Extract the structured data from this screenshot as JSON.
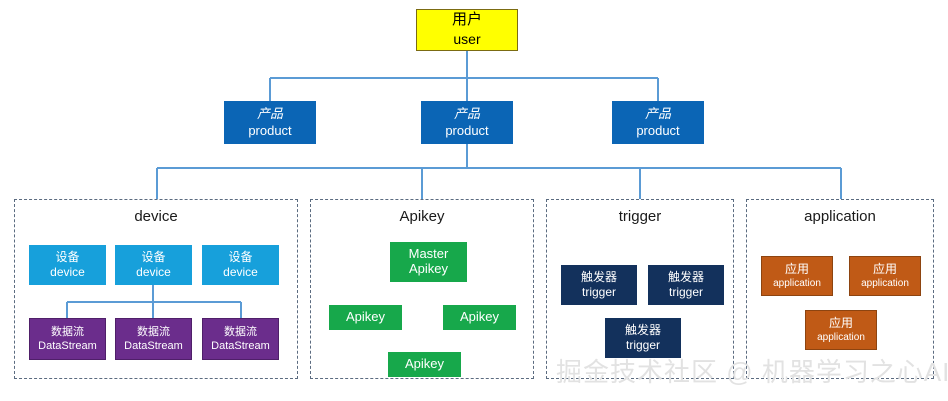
{
  "diagram": {
    "title_cn": "用户",
    "colors": {
      "user": "#FFFF00",
      "product": "#0B65B5",
      "device": "#17A0DB",
      "datastream": "#6B2D8C",
      "apikey": "#17A84B",
      "trigger": "#13315C",
      "application": "#C05A16",
      "connector": "#5B9BD5",
      "group_border": "#5B6B80"
    },
    "root": {
      "cn": "用户",
      "en": "user"
    },
    "products": [
      {
        "cn": "产品",
        "en": "product"
      },
      {
        "cn": "产品",
        "en": "product"
      },
      {
        "cn": "产品",
        "en": "product"
      }
    ],
    "groups": [
      {
        "title": "device",
        "devices": [
          {
            "cn": "设备",
            "en": "device"
          },
          {
            "cn": "设备",
            "en": "device"
          },
          {
            "cn": "设备",
            "en": "device"
          }
        ],
        "streams": [
          {
            "cn": "数据流",
            "en": "DataStream"
          },
          {
            "cn": "数据流",
            "en": "DataStream"
          },
          {
            "cn": "数据流",
            "en": "DataStream"
          }
        ]
      },
      {
        "title": "Apikey",
        "keys": [
          {
            "line1": "Master",
            "line2": "Apikey"
          },
          {
            "line1": "Apikey",
            "line2": ""
          },
          {
            "line1": "Apikey",
            "line2": ""
          },
          {
            "line1": "Apikey",
            "line2": ""
          }
        ]
      },
      {
        "title": "trigger",
        "triggers": [
          {
            "cn": "触发器",
            "en": "trigger"
          },
          {
            "cn": "触发器",
            "en": "trigger"
          },
          {
            "cn": "触发器",
            "en": "trigger"
          }
        ]
      },
      {
        "title": "application",
        "apps": [
          {
            "cn": "应用",
            "en": "application"
          },
          {
            "cn": "应用",
            "en": "application"
          },
          {
            "cn": "应用",
            "en": "application"
          }
        ]
      }
    ],
    "watermark": "掘金技术社区 @ 机器学习之心AI"
  }
}
